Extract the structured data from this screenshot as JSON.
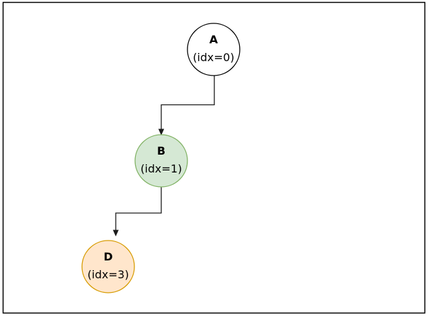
{
  "diagram": {
    "background": "#ffffff",
    "canvas_border_color": "#000000",
    "edge_color": "#1a1a1a",
    "text_color": "#000000",
    "nodes": [
      {
        "id": "A",
        "label": "A",
        "sublabel": "(idx=0)",
        "fill": "#ffffff",
        "stroke": "#000000"
      },
      {
        "id": "B",
        "label": "B",
        "sublabel": "(idx=1)",
        "fill": "#d5e8d4",
        "stroke": "#82b366"
      },
      {
        "id": "D",
        "label": "D",
        "sublabel": "(idx=3)",
        "fill": "#ffe6cc",
        "stroke": "#d79b00"
      }
    ],
    "edges": [
      {
        "from": "A",
        "to": "B"
      },
      {
        "from": "B",
        "to": "D"
      }
    ]
  }
}
